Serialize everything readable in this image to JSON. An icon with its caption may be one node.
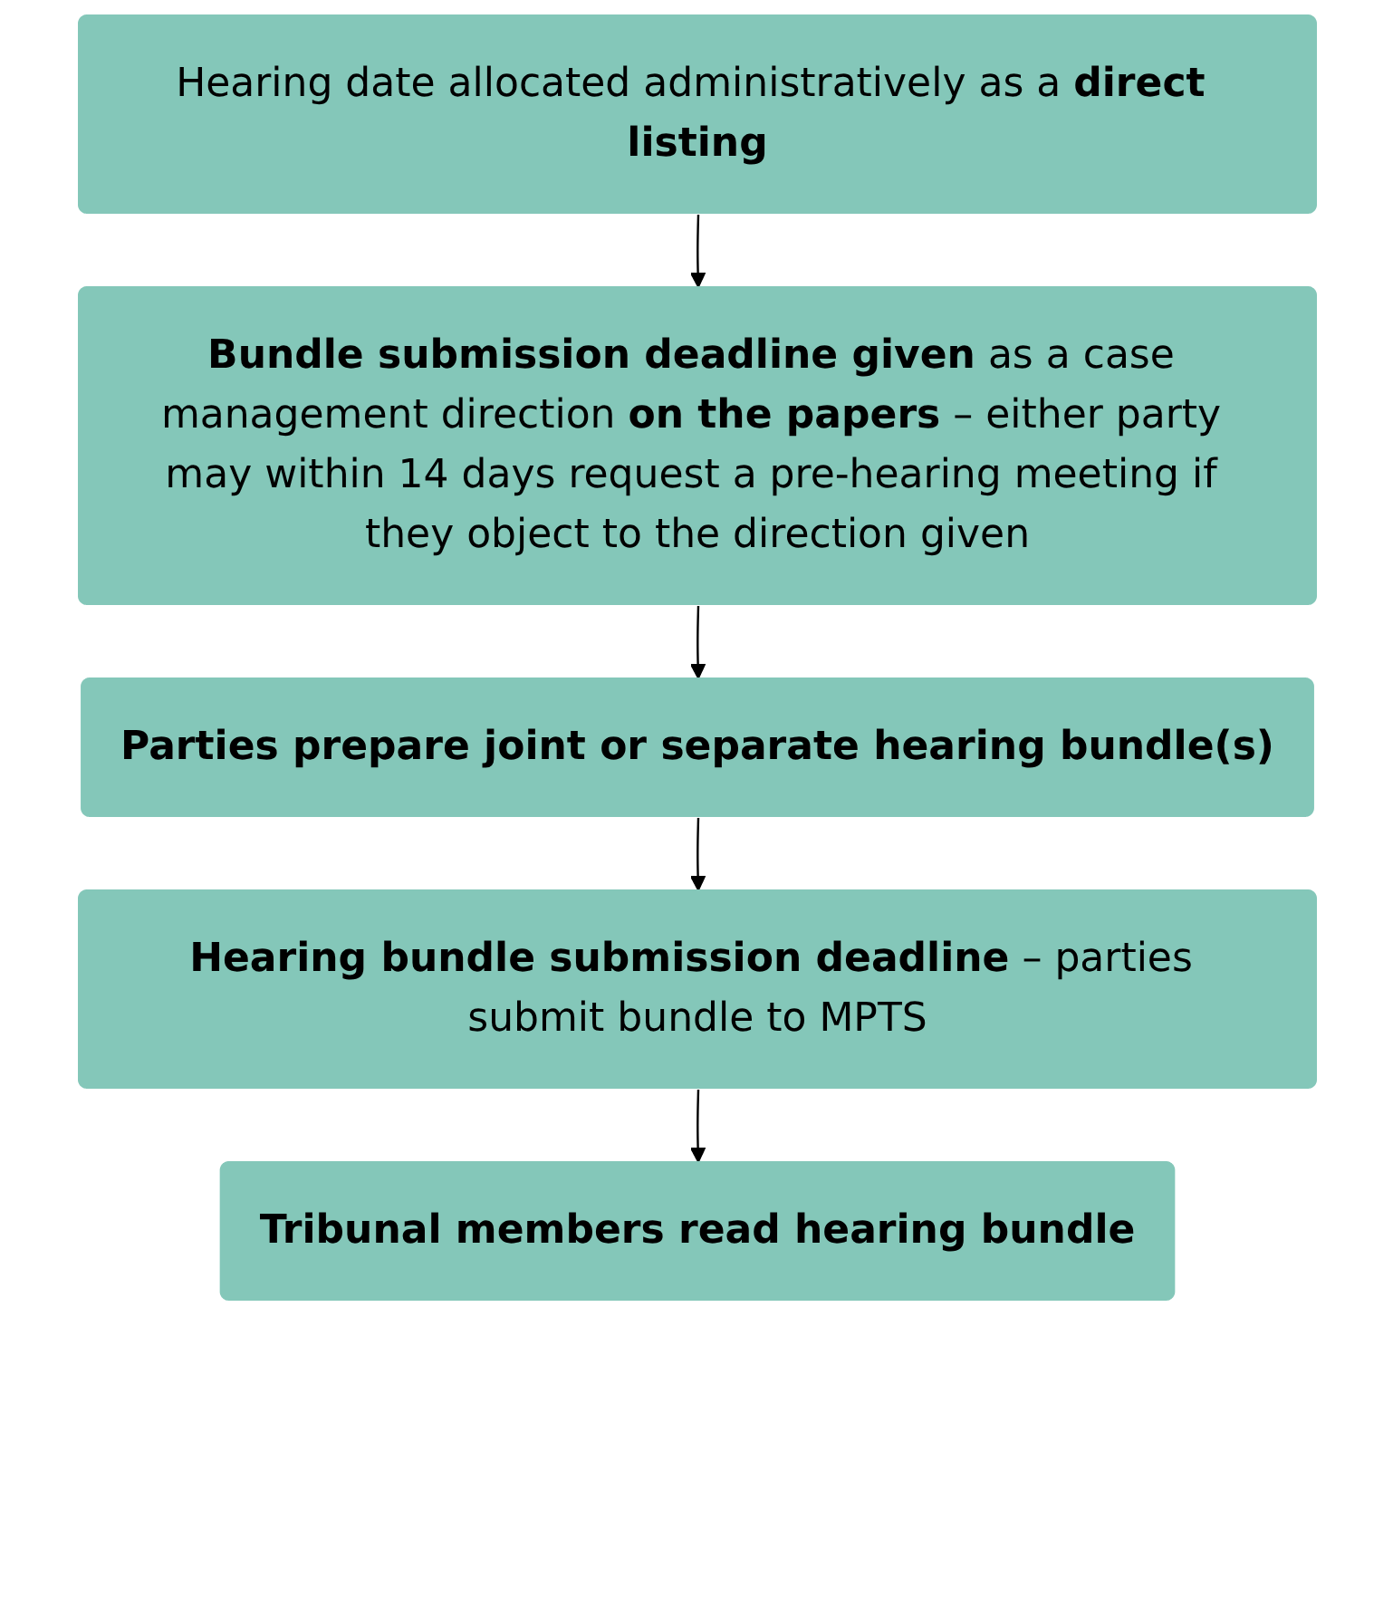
{
  "diagram": {
    "nodes": [
      {
        "text": [
          "Hearing date allocated administratively as a **direct listing**"
        ]
      },
      {
        "text": [
          "**Bundle submission deadline given** as a case management direction **on the papers** – either party may within 14 days request a pre-hearing meeting if they object to the direction given"
        ]
      },
      {
        "text": [
          "Parties prepare joint or separate hearing bundle(s)"
        ]
      },
      {
        "text": [
          "**Hearing bundle submission deadline** – parties submit bundle to MPTS"
        ]
      },
      {
        "text": [
          "Tribunal members read hearing bundle"
        ]
      }
    ],
    "edges": [
      {
        "from": 0,
        "to": 1,
        "arrow": "to"
      },
      {
        "from": 1,
        "to": 2,
        "arrow": "to"
      },
      {
        "from": 2,
        "to": 3,
        "arrow": "to"
      },
      {
        "from": 3,
        "to": 4,
        "arrow": "to"
      }
    ]
  }
}
